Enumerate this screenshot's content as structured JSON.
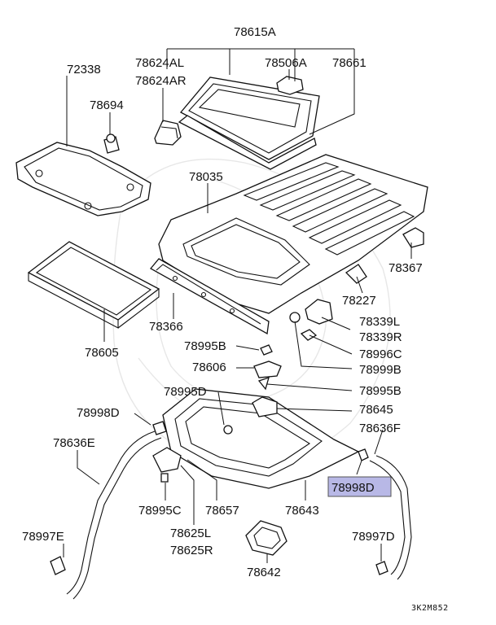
{
  "labels": {
    "p78615A": "78615A",
    "p78624AL": "78624AL",
    "p78624AR": "78624AR",
    "p78506A": "78506A",
    "p78661": "78661",
    "p72338": "72338",
    "p78694": "78694",
    "p78035": "78035",
    "p78367": "78367",
    "p78227": "78227",
    "p78339L": "78339L",
    "p78339R": "78339R",
    "p78996C": "78996C",
    "p78999B": "78999B",
    "p78366": "78366",
    "p78605": "78605",
    "p78995B_top": "78995B",
    "p78606": "78606",
    "p78995B": "78995B",
    "p78995D": "78995D",
    "p78645": "78645",
    "p78998D_left": "78998D",
    "p78636F": "78636F",
    "p78636E": "78636E",
    "p78998D_hl": "78998D",
    "p78995C": "78995C",
    "p78657": "78657",
    "p78643": "78643",
    "p78625L": "78625L",
    "p78625R": "78625R",
    "p78997E": "78997E",
    "p78997D": "78997D",
    "p78642": "78642"
  },
  "diagram_code": "3K2M852",
  "highlight_color": "#b8b8e6"
}
